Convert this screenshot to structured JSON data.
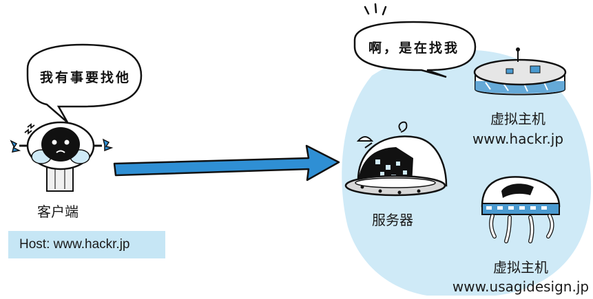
{
  "client": {
    "bubble_text": "我有事要找他",
    "label": "客户端",
    "host_header": "Host: www.hackr.jp"
  },
  "server": {
    "bubble_text": "啊，是在找我",
    "label": "服务器"
  },
  "virtual_hosts": [
    {
      "title": "虚拟主机",
      "domain": "www.hackr.jp"
    },
    {
      "title": "虚拟主机",
      "domain": "www.usagidesign.jp"
    }
  ],
  "colors": {
    "area": "#cfeaf7",
    "arrow": "#2f8fd4",
    "host_box": "#c6e6f5"
  }
}
